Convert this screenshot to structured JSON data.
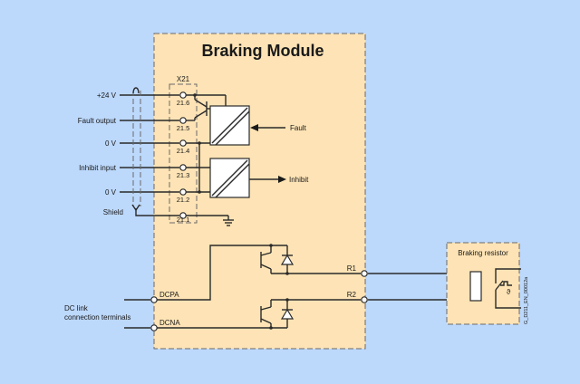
{
  "colors": {
    "background": "#bcd8fb",
    "module_fill": "#fde3b5",
    "line": "#2a2a2a",
    "border_dash": "#6a6a6a"
  },
  "module": {
    "title": "Braking Module",
    "connector_label": "X21",
    "terminals": [
      "21.6",
      "21.5",
      "21.4",
      "21.3",
      "21.2",
      "21.1"
    ],
    "block_labels": {
      "fault": "Fault",
      "inhibit": "Inhibit"
    },
    "power_terminals": {
      "r1": "R1",
      "r2": "R2",
      "dcpa": "DCPA",
      "dcna": "DCNA"
    }
  },
  "signals": {
    "plus24v": "+24 V",
    "fault_output": "Fault output",
    "zero_v_1": "0 V",
    "inhibit_input": "Inhibit input",
    "zero_v_2": "0 V",
    "shield": "Shield"
  },
  "dc_link": {
    "line1": "DC link",
    "line2": "connection terminals"
  },
  "resistor": {
    "title": "Braking resistor",
    "thermal_symbol": "ϑ"
  },
  "figure_id": "G_D211_EN_00012a"
}
